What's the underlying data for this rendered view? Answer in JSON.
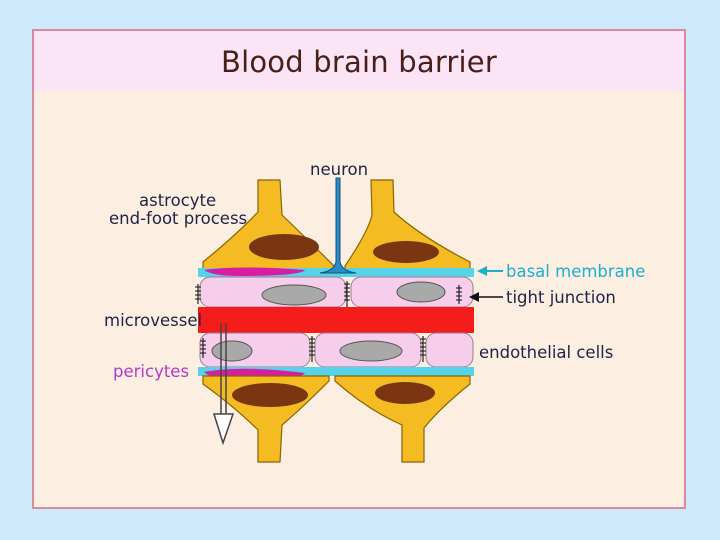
{
  "title": "Blood brain barrier",
  "labels": {
    "neuron": "neuron",
    "astrocyte_line1": "astrocyte",
    "astrocyte_line2": "end-foot process",
    "microvessel": "microvessel",
    "pericytes": "pericytes",
    "basal_membrane": "basal membrane",
    "tight_junction": "tight junction",
    "endothelial_cells": "endothelial cells"
  },
  "colors": {
    "background": "#cde9fb",
    "slide": "#fdeee2",
    "title_bar": "#fbe4f5",
    "astrocyte": "#f4bb22",
    "nucleus": "#7a3511",
    "basal_membrane": "#56d3e8",
    "endothelial": "#f6cdea",
    "endothelial_nucleus": "#a9a9a9",
    "blood": "#f51c1c",
    "pericyte": "#d81da2",
    "neuron": "#2a8bc7",
    "label_dark": "#1f2345",
    "label_teal": "#1ab0d0",
    "label_purple": "#b43ac8"
  }
}
